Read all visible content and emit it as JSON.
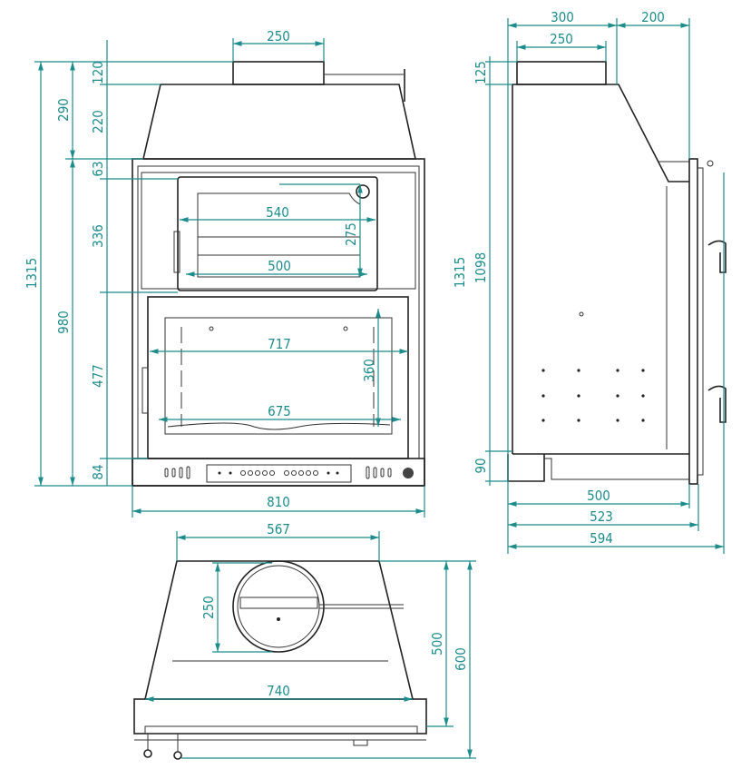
{
  "colors": {
    "dimension": "#1e8c8c",
    "outline": "#222222"
  },
  "front_view": {
    "flue_width": "250",
    "flue_height": "120",
    "hood_total": "290",
    "hood_height": "220",
    "total_height": "1315",
    "frame_top": "63",
    "oven_height": "336",
    "oven_width_outer": "540",
    "oven_inner_height": "275",
    "oven_width_inner": "500",
    "body_height": "980",
    "firebox_width_outer": "717",
    "firebox_height": "477",
    "firebox_inner_height": "360",
    "firebox_width_inner": "675",
    "base_height": "84",
    "total_width": "810"
  },
  "side_view": {
    "top_depth": "300",
    "front_offset": "200",
    "flue_diameter": "250",
    "flue_height": "125",
    "total_height": "1315",
    "body_height": "1098",
    "base_height": "90",
    "depth_body": "500",
    "depth_with_front": "523",
    "depth_total": "594"
  },
  "top_view": {
    "rear_width": "567",
    "flue_diameter": "250",
    "front_width": "740",
    "depth_body": "500",
    "depth_total": "600"
  }
}
